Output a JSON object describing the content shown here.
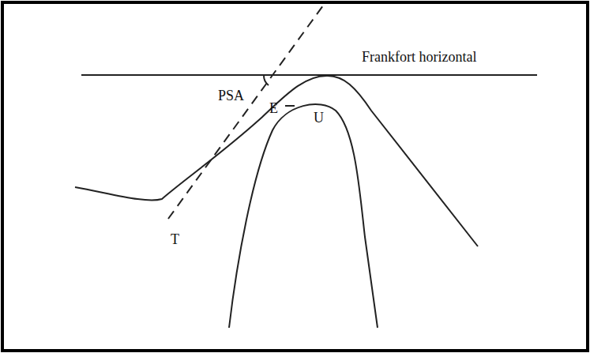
{
  "diagram": {
    "labels": [
      "Frankfort horizontal",
      "PSA",
      "E",
      "U",
      "T"
    ]
  }
}
